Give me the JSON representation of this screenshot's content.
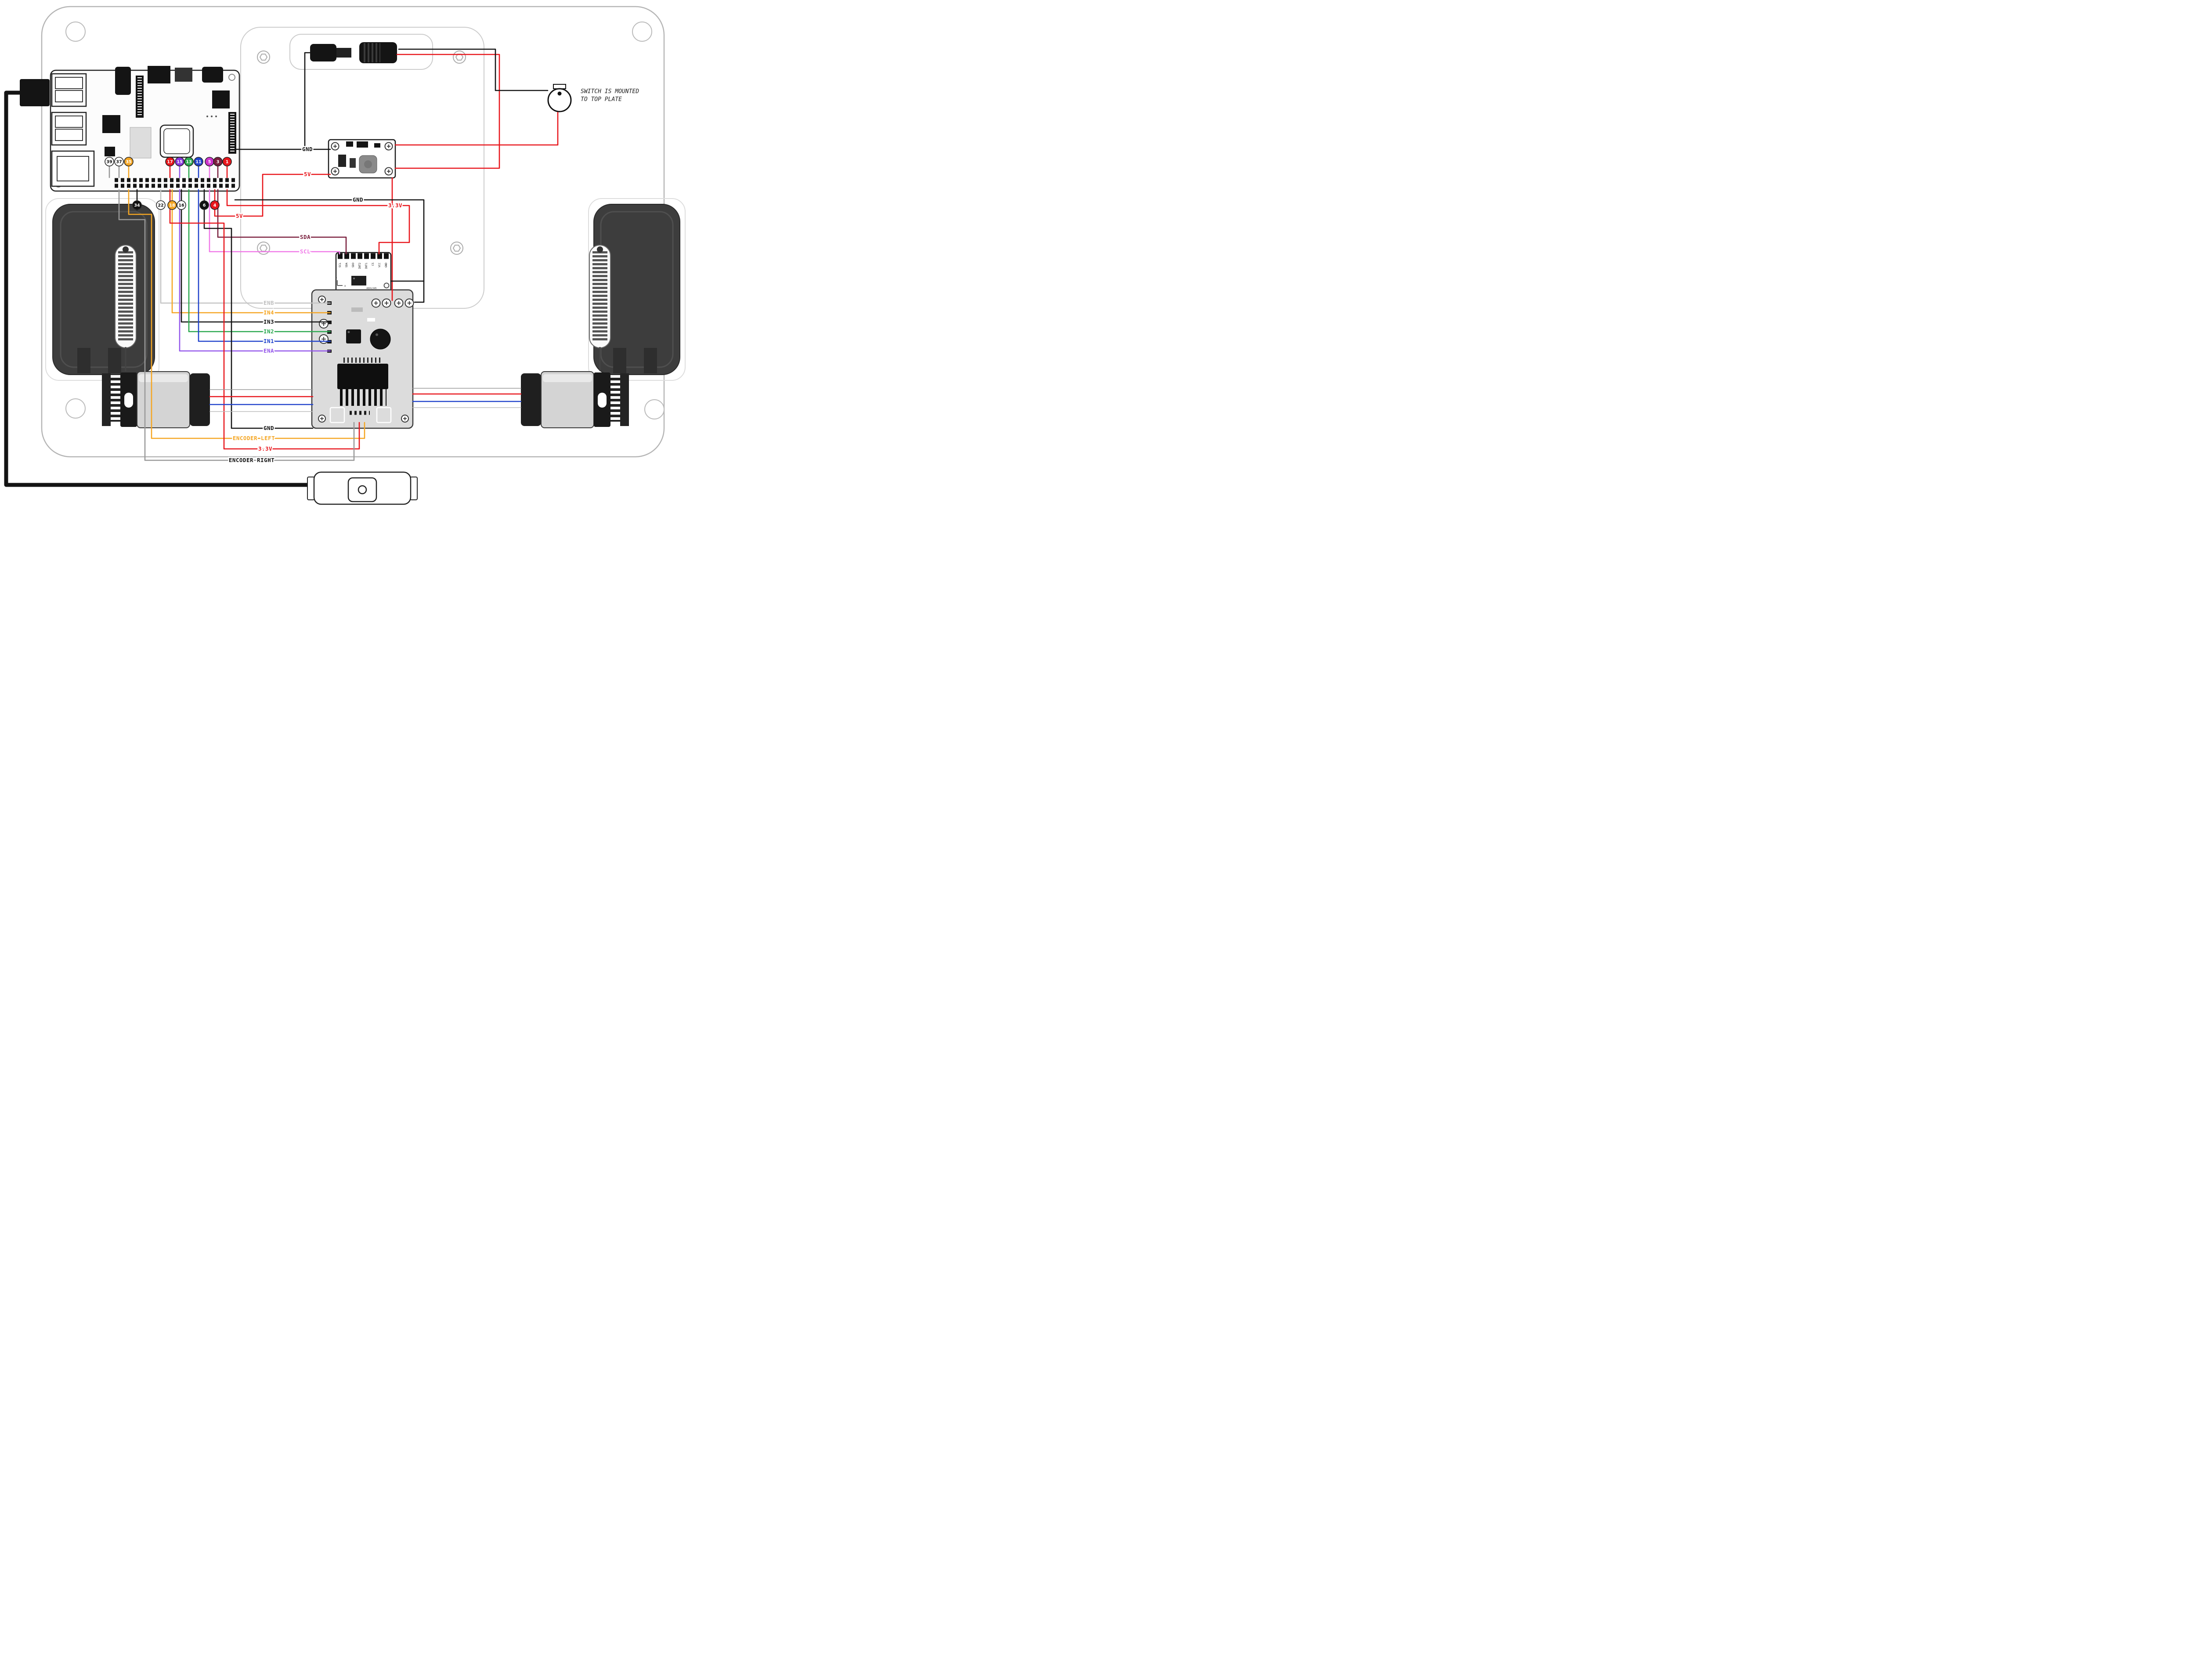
{
  "note": {
    "line1": "SWITCH IS MOUNTED",
    "line2": "TO TOP PLATE"
  },
  "wire_labels": {
    "gnd_buck": {
      "text": "GND",
      "color": "#111111"
    },
    "v5_buck": {
      "text": "5V",
      "color": "#e8151b"
    },
    "gnd_mid": {
      "text": "GND",
      "color": "#111111"
    },
    "v33_adxl": {
      "text": "3.3V",
      "color": "#e8151b"
    },
    "v5_mid": {
      "text": "5V",
      "color": "#e8151b"
    },
    "sda": {
      "text": "SDA",
      "color": "#7a1f3d"
    },
    "scl": {
      "text": "SCL",
      "color": "#f07ae8"
    },
    "enb": {
      "text": "ENB",
      "color": "#c0c0c0"
    },
    "in4": {
      "text": "IN4",
      "color": "#f5a623"
    },
    "in3": {
      "text": "IN3",
      "color": "#111111"
    },
    "in2": {
      "text": "IN2",
      "color": "#2aa84f"
    },
    "in1": {
      "text": "IN1",
      "color": "#2244cc"
    },
    "ena": {
      "text": "ENA",
      "color": "#9457eb"
    },
    "gnd_bottom": {
      "text": "GND",
      "color": "#111111"
    },
    "encoder_left": {
      "text": "ENCODER LEFT",
      "color": "#f5a623"
    },
    "v33_bottom": {
      "text": "3.3V",
      "color": "#e8151b"
    },
    "encoder_right": {
      "text": "ENCODER RIGHT",
      "color": "#111111"
    }
  },
  "pins": {
    "top": [
      {
        "n": "39",
        "fill": "#ffffff",
        "fg": "#111111"
      },
      {
        "n": "37",
        "fill": "#ffffff",
        "fg": "#111111"
      },
      {
        "n": "35",
        "fill": "#f5a623",
        "fg": "#ffffff"
      },
      {
        "n": "17",
        "fill": "#e8151b",
        "fg": "#ffffff"
      },
      {
        "n": "15",
        "fill": "#8833dd",
        "fg": "#ffffff"
      },
      {
        "n": "13",
        "fill": "#2aa84f",
        "fg": "#ffffff"
      },
      {
        "n": "11",
        "fill": "#2244cc",
        "fg": "#ffffff"
      },
      {
        "n": "5",
        "fill": "#cc33cc",
        "fg": "#ffffff"
      },
      {
        "n": "3",
        "fill": "#7a1f3d",
        "fg": "#ffffff"
      },
      {
        "n": "1",
        "fill": "#e8151b",
        "fg": "#ffffff"
      }
    ],
    "bottom": [
      {
        "n": "34",
        "fill": "#111111",
        "fg": "#ffffff"
      },
      {
        "n": "22",
        "fill": "#ffffff",
        "fg": "#111111"
      },
      {
        "n": "18",
        "fill": "#f5a623",
        "fg": "#ffffff"
      },
      {
        "n": "16",
        "fill": "#ffffff",
        "fg": "#111111"
      },
      {
        "n": "6",
        "fill": "#111111",
        "fg": "#ffffff"
      },
      {
        "n": "4",
        "fill": "#e8151b",
        "fg": "#ffffff"
      }
    ]
  },
  "adxl": {
    "name": "ADXL345",
    "pin_labels": [
      "SCL",
      "SDA",
      "SDO",
      "INT2",
      "INT1",
      "CS",
      "VCC",
      "GND"
    ],
    "axes": [
      "X",
      "Y"
    ]
  },
  "colors": {
    "red": "#e8151b",
    "black": "#141414",
    "orange": "#f5a623",
    "green": "#2aa84f",
    "blue": "#2244cc",
    "purple": "#9457eb",
    "pink": "#f07ae8",
    "dark_red": "#7a1f3d",
    "gray": "#c0c0c0"
  }
}
